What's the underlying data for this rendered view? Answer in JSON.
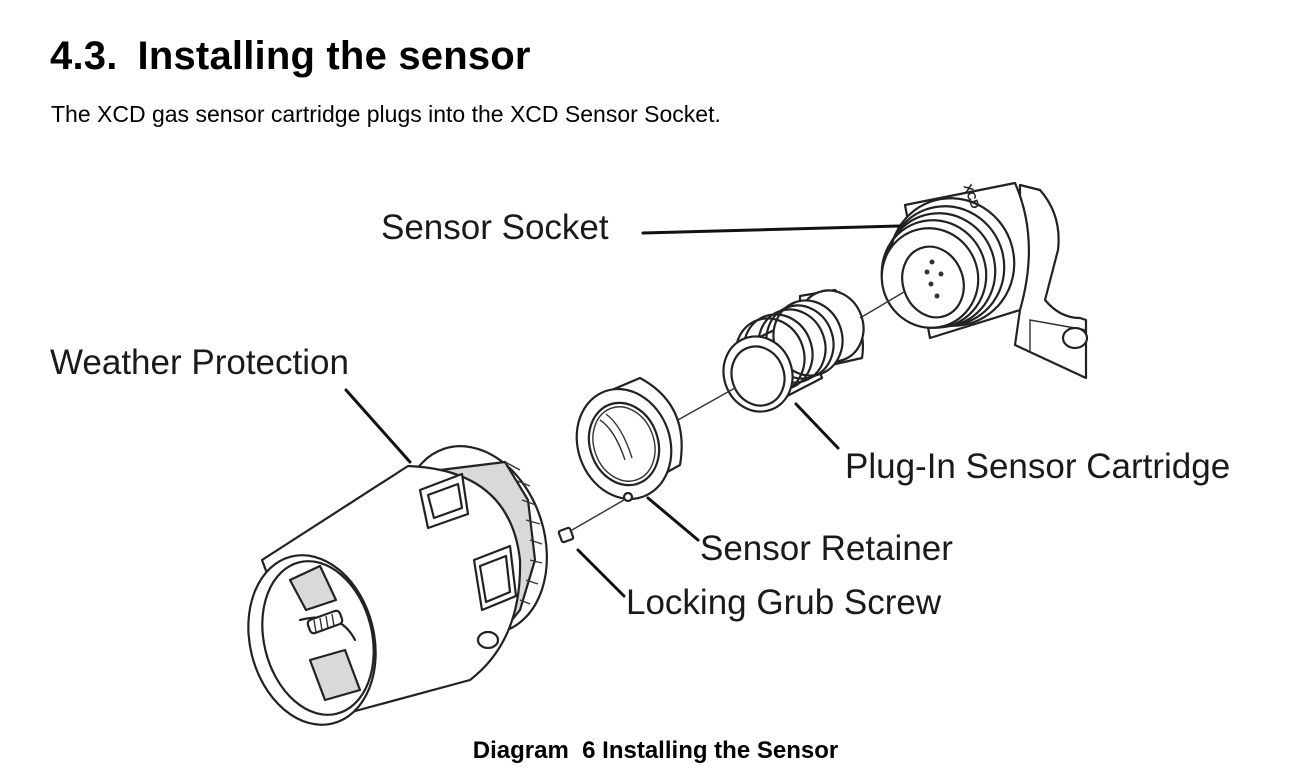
{
  "section": {
    "number": "4.3.",
    "title": "Installing the sensor"
  },
  "intro": "The XCD gas sensor cartridge plugs into the XCD Sensor Socket.",
  "labels": {
    "sensor_socket": "Sensor Socket",
    "weather_protection": "Weather Protection",
    "plug_in_sensor_cartridge": "Plug-In Sensor Cartridge",
    "sensor_retainer": "Sensor Retainer",
    "locking_grub_screw": "Locking Grub Screw"
  },
  "caption": "Diagram  6 Installing the Sensor"
}
